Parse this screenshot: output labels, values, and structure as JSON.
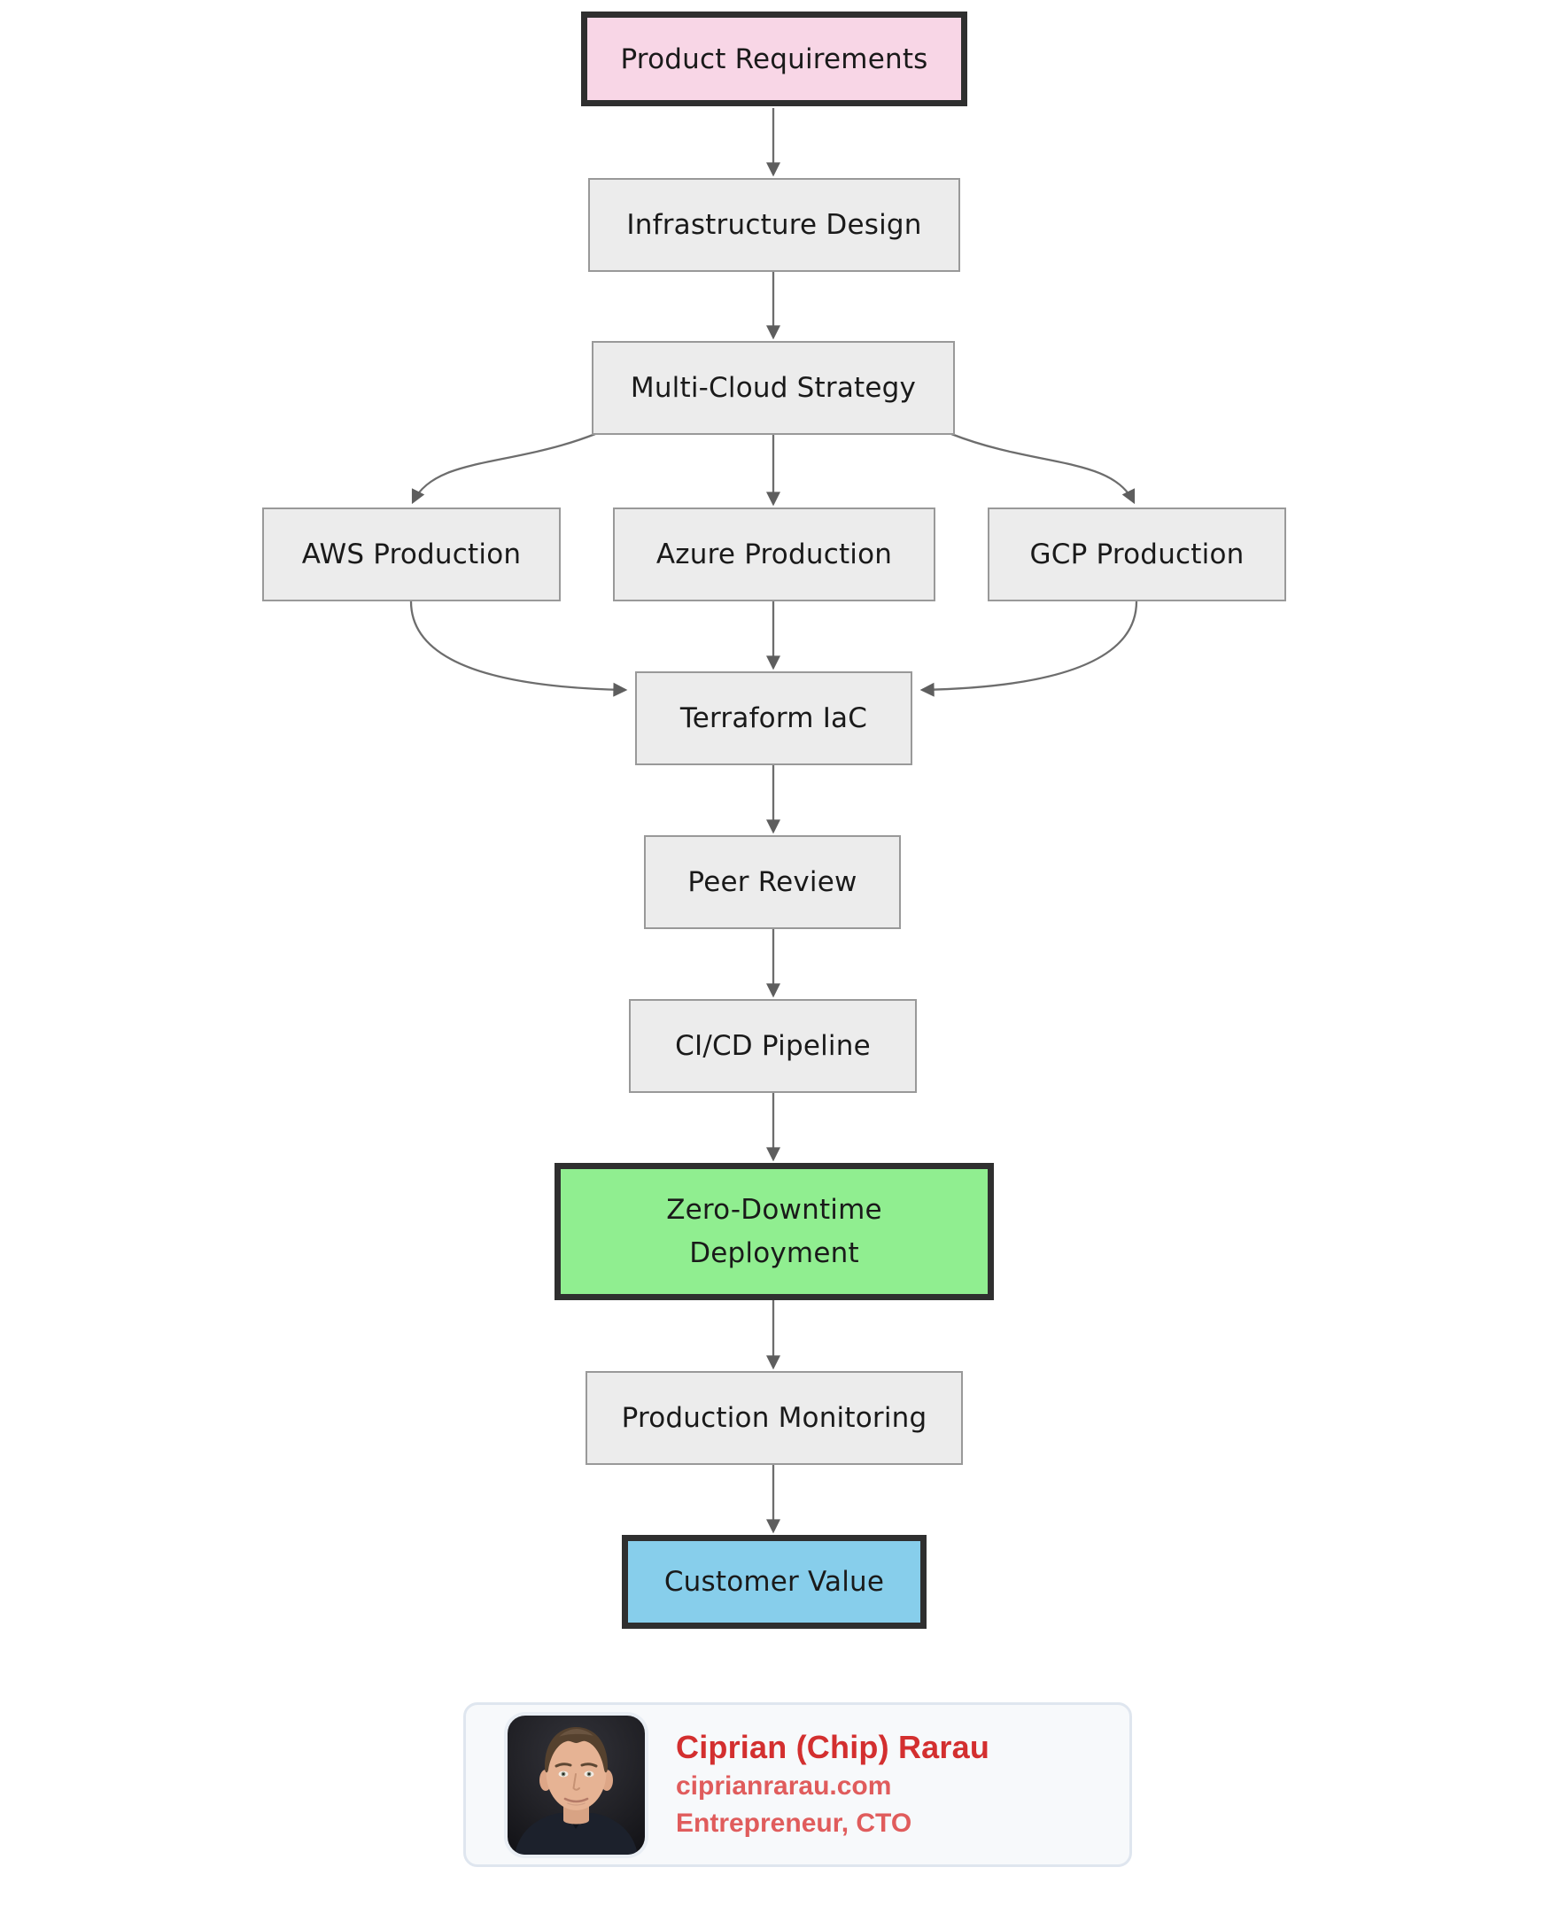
{
  "diagram": {
    "type": "flowchart",
    "direction": "top-down",
    "nodes": [
      {
        "id": "product-requirements",
        "label": "Product Requirements",
        "style": "pink-emphasis"
      },
      {
        "id": "infrastructure-design",
        "label": "Infrastructure Design",
        "style": "default"
      },
      {
        "id": "multi-cloud-strategy",
        "label": "Multi-Cloud Strategy",
        "style": "default"
      },
      {
        "id": "aws-production",
        "label": "AWS Production",
        "style": "default"
      },
      {
        "id": "azure-production",
        "label": "Azure Production",
        "style": "default"
      },
      {
        "id": "gcp-production",
        "label": "GCP Production",
        "style": "default"
      },
      {
        "id": "terraform-iac",
        "label": "Terraform IaC",
        "style": "default"
      },
      {
        "id": "peer-review",
        "label": "Peer Review",
        "style": "default"
      },
      {
        "id": "cicd-pipeline",
        "label": "CI/CD Pipeline",
        "style": "default"
      },
      {
        "id": "zero-downtime-deployment",
        "label": "Zero-Downtime Deployment",
        "lines": [
          "Zero-Downtime",
          "Deployment"
        ],
        "style": "green-emphasis"
      },
      {
        "id": "production-monitoring",
        "label": "Production Monitoring",
        "style": "default"
      },
      {
        "id": "customer-value",
        "label": "Customer Value",
        "style": "blue-emphasis"
      }
    ],
    "edges": [
      {
        "from": "Product Requirements",
        "to": "Infrastructure Design"
      },
      {
        "from": "Infrastructure Design",
        "to": "Multi-Cloud Strategy"
      },
      {
        "from": "Multi-Cloud Strategy",
        "to": "AWS Production"
      },
      {
        "from": "Multi-Cloud Strategy",
        "to": "Azure Production"
      },
      {
        "from": "Multi-Cloud Strategy",
        "to": "GCP Production"
      },
      {
        "from": "AWS Production",
        "to": "Terraform IaC"
      },
      {
        "from": "Azure Production",
        "to": "Terraform IaC"
      },
      {
        "from": "GCP Production",
        "to": "Terraform IaC"
      },
      {
        "from": "Terraform IaC",
        "to": "Peer Review"
      },
      {
        "from": "Peer Review",
        "to": "CI/CD Pipeline"
      },
      {
        "from": "CI/CD Pipeline",
        "to": "Zero-Downtime Deployment"
      },
      {
        "from": "Zero-Downtime Deployment",
        "to": "Production Monitoring"
      },
      {
        "from": "Production Monitoring",
        "to": "Customer Value"
      }
    ],
    "colors": {
      "node_fill": "#ececec",
      "node_border": "#999999",
      "pink_fill": "#f8d6e6",
      "green_fill": "#90ee90",
      "blue_fill": "#87ceeb",
      "emphasis_border": "#2f2f2f",
      "edge": "#6d6d6d",
      "text": "#1a1a1a"
    }
  },
  "card": {
    "name": "Ciprian (Chip) Rarau",
    "website": "ciprianrarau.com",
    "role": "Entrepreneur, CTO",
    "avatar": "portrait-photo",
    "colors": {
      "name_text": "#d32f2f",
      "secondary_text": "#e05c5c",
      "background": "#f7f9fb",
      "border": "#dfe6ef"
    }
  }
}
